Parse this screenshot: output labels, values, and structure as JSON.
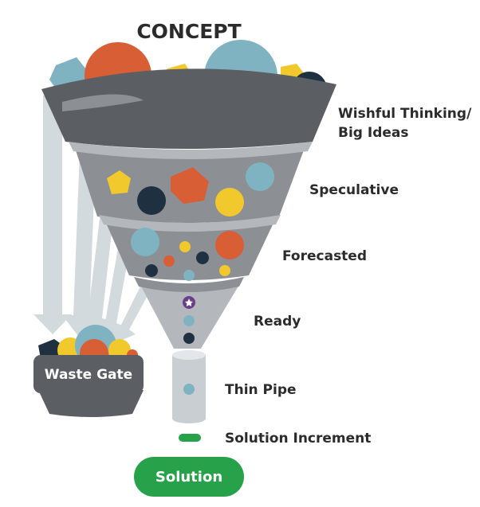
{
  "title": "CONCEPT",
  "stages": [
    {
      "label_lines": [
        "Wishful Thinking/",
        "Big Ideas"
      ]
    },
    {
      "label_lines": [
        "Speculative"
      ]
    },
    {
      "label_lines": [
        "Forecasted"
      ]
    },
    {
      "label_lines": [
        "Ready"
      ]
    }
  ],
  "pipe": {
    "label": "Thin Pipe"
  },
  "increment": {
    "label": "Solution Increment"
  },
  "waste_gate": {
    "label": "Waste Gate"
  },
  "solution": {
    "label": "Solution"
  },
  "colors": {
    "funnel_dark": "#5b5e62",
    "funnel_mid": "#8c9095",
    "funnel_light": "#b4b8bc",
    "arrow": "#d3dadd",
    "orange": "#d75e35",
    "teal": "#7fb3c2",
    "yellow": "#f2c92c",
    "navy": "#1f3140",
    "purple": "#6b3f87",
    "green": "#27a24a",
    "text": "#2b2b2b"
  }
}
